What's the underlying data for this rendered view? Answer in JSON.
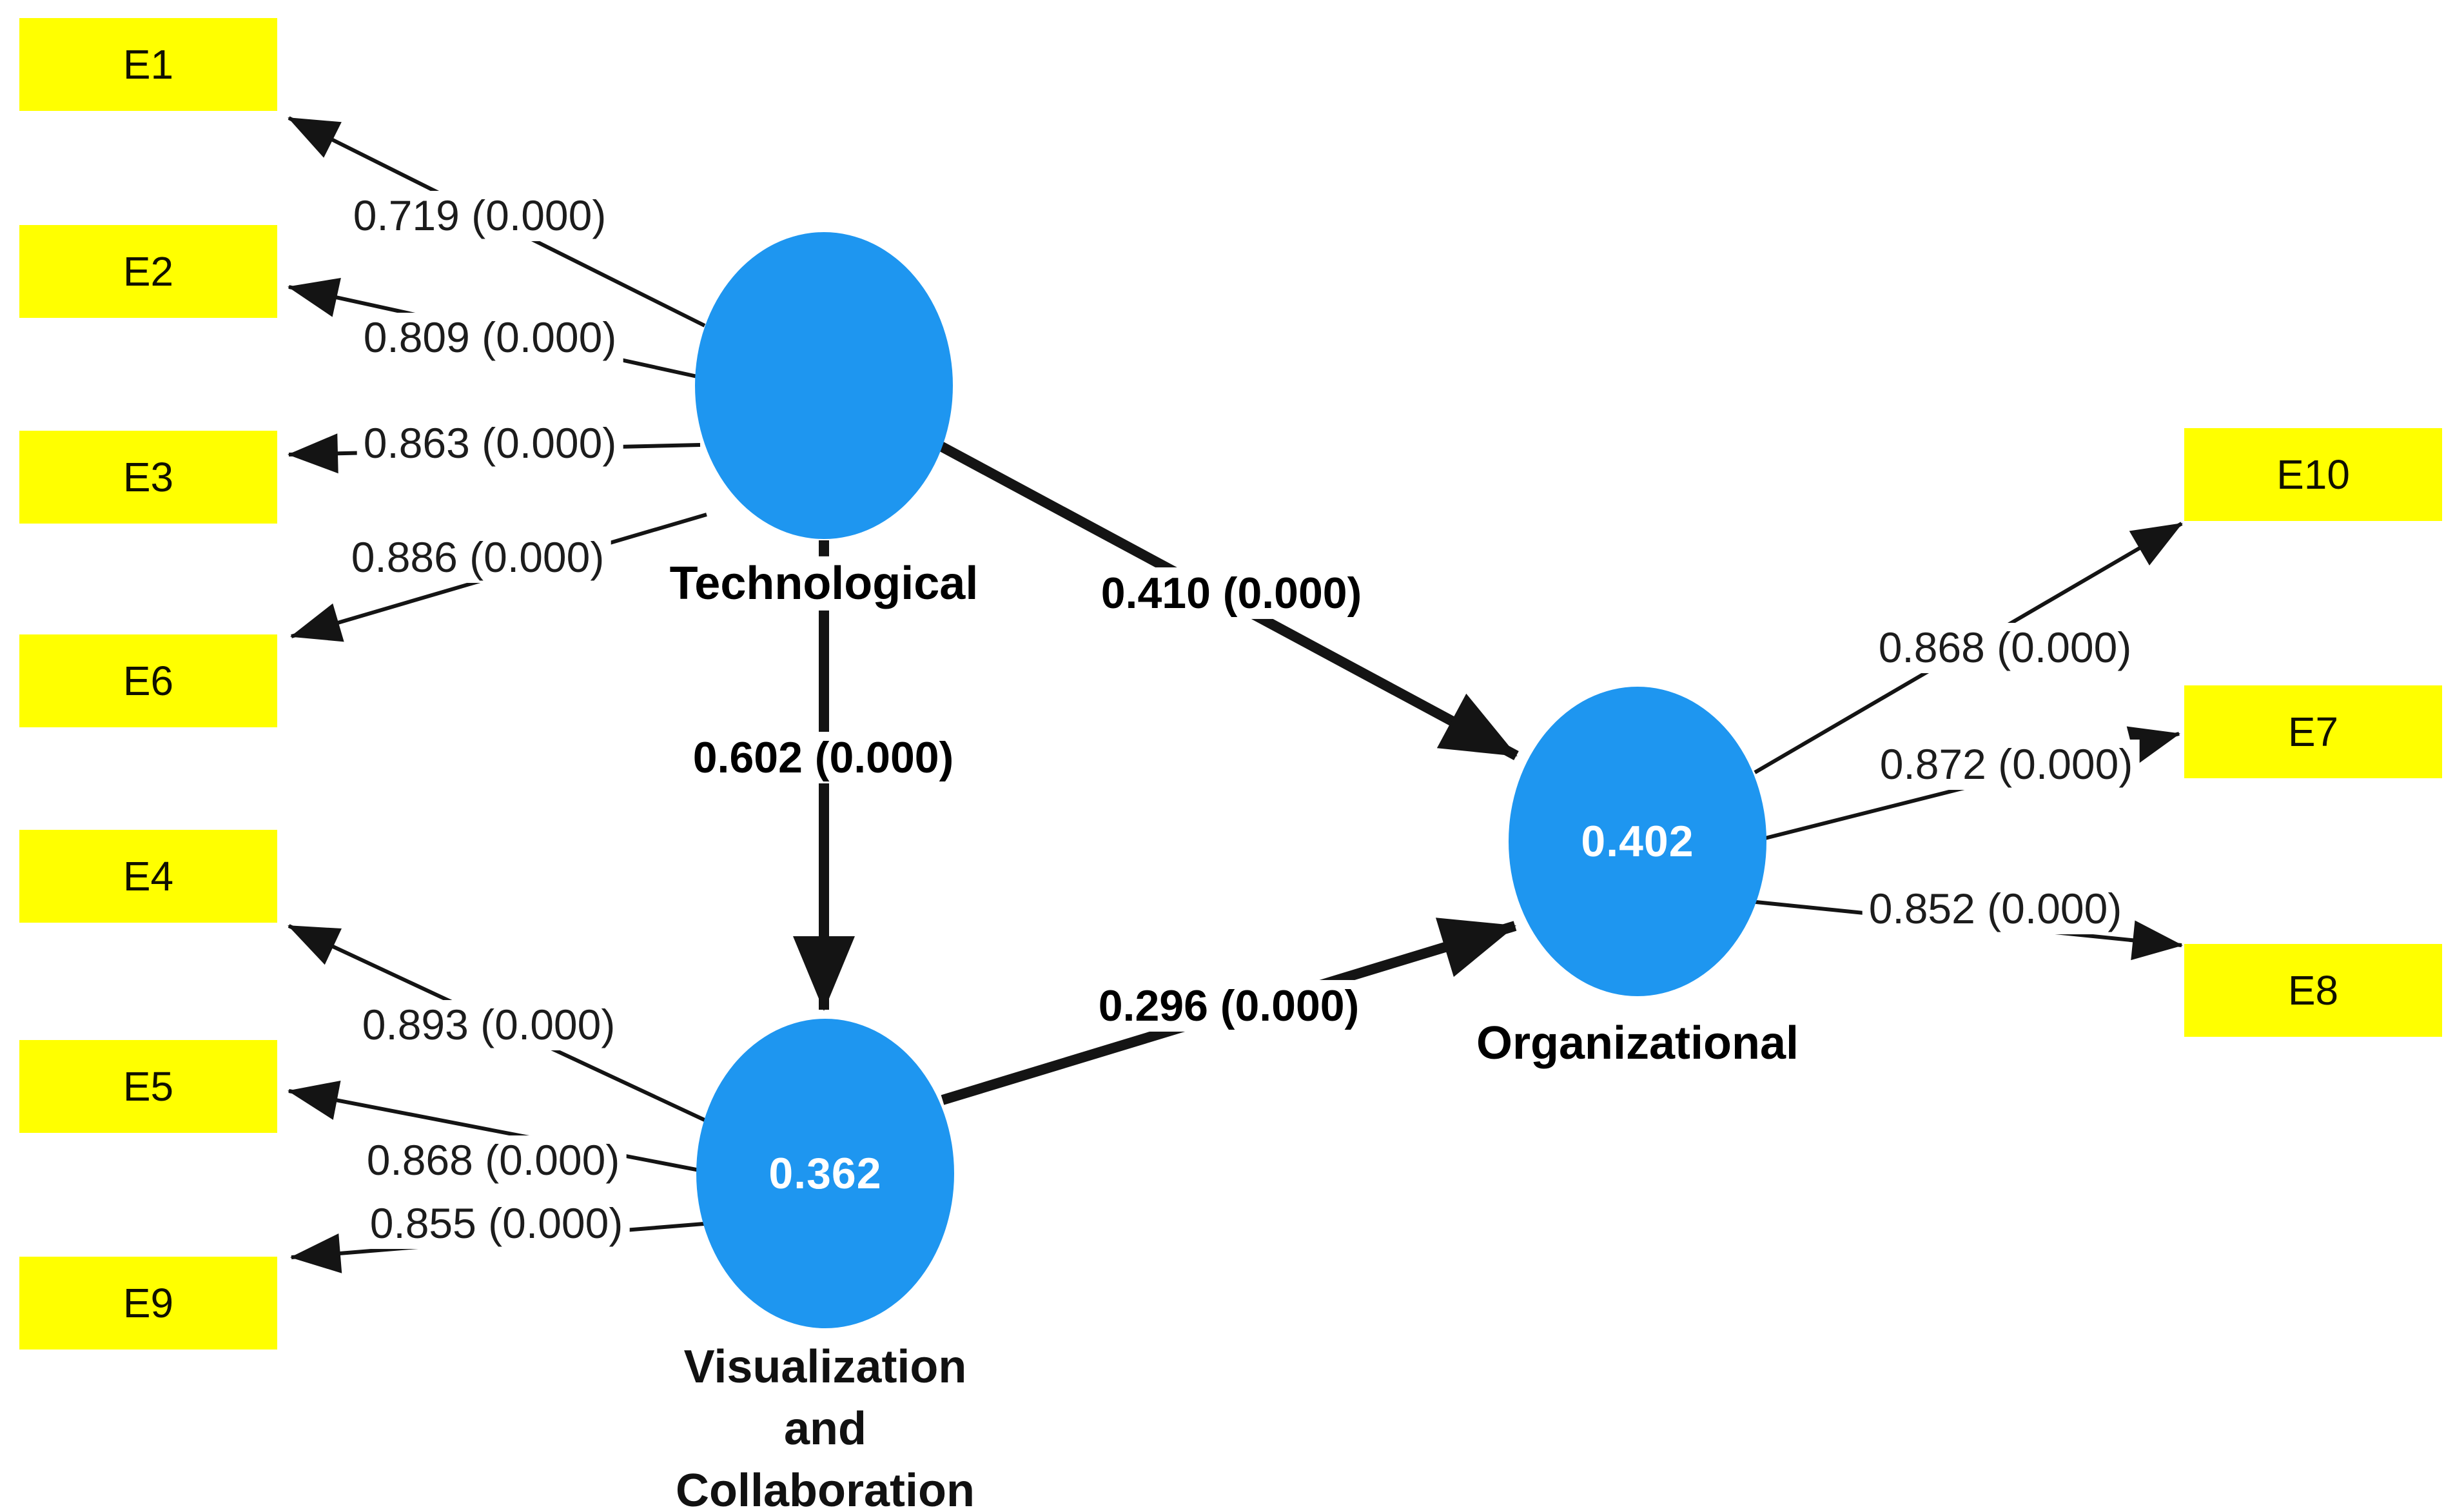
{
  "diagram_title": "PLS-SEM bootstrapping results: path coefficients and outer loadings with p-values",
  "colors": {
    "construct_fill": "#1e96f0",
    "indicator_fill": "#ffff00",
    "line": "#141414",
    "background": "#ffffff",
    "r2_text_color": "#ffffff"
  },
  "constructs": [
    {
      "id": "technological",
      "label": "Technological",
      "r2": ""
    },
    {
      "id": "visualization_collaboration",
      "label": "Visualization and Collaboration",
      "label_lines": [
        "Visualization",
        "and",
        "Collaboration"
      ],
      "r2": "0.362"
    },
    {
      "id": "organizational",
      "label": "Organizational",
      "r2": "0.402"
    }
  ],
  "indicators": [
    {
      "label": "E1",
      "construct": "Technological",
      "loading": 0.719,
      "p_value": "0.000",
      "display": "0.719 (0.000)"
    },
    {
      "label": "E2",
      "construct": "Technological",
      "loading": 0.809,
      "p_value": "0.000",
      "display": "0.809 (0.000)"
    },
    {
      "label": "E3",
      "construct": "Technological",
      "loading": 0.863,
      "p_value": "0.000",
      "display": "0.863 (0.000)"
    },
    {
      "label": "E6",
      "construct": "Technological",
      "loading": 0.886,
      "p_value": "0.000",
      "display": "0.886 (0.000)"
    },
    {
      "label": "E4",
      "construct": "Visualization and Collaboration",
      "loading": 0.893,
      "p_value": "0.000",
      "display": "0.893 (0.000)"
    },
    {
      "label": "E5",
      "construct": "Visualization and Collaboration",
      "loading": 0.868,
      "p_value": "0.000",
      "display": "0.868 (0.000)"
    },
    {
      "label": "E9",
      "construct": "Visualization and Collaboration",
      "loading": 0.855,
      "p_value": "0.000",
      "display": "0.855 (0.000)"
    },
    {
      "label": "E10",
      "construct": "Organizational",
      "loading": 0.868,
      "p_value": "0.000",
      "display": "0.868 (0.000)"
    },
    {
      "label": "E7",
      "construct": "Organizational",
      "loading": 0.872,
      "p_value": "0.000",
      "display": "0.872 (0.000)"
    },
    {
      "label": "E8",
      "construct": "Organizational",
      "loading": 0.852,
      "p_value": "0.000",
      "display": "0.852 (0.000)"
    }
  ],
  "paths": [
    {
      "from": "Technological",
      "to": "Organizational",
      "coefficient": 0.41,
      "p_value": "0.000",
      "display": "0.410 (0.000)"
    },
    {
      "from": "Technological",
      "to": "Visualization and Collaboration",
      "coefficient": 0.602,
      "p_value": "0.000",
      "display": "0.602 (0.000)"
    },
    {
      "from": "Visualization and Collaboration",
      "to": "Organizational",
      "coefficient": 0.296,
      "p_value": "0.000",
      "display": "0.296 (0.000)"
    }
  ]
}
